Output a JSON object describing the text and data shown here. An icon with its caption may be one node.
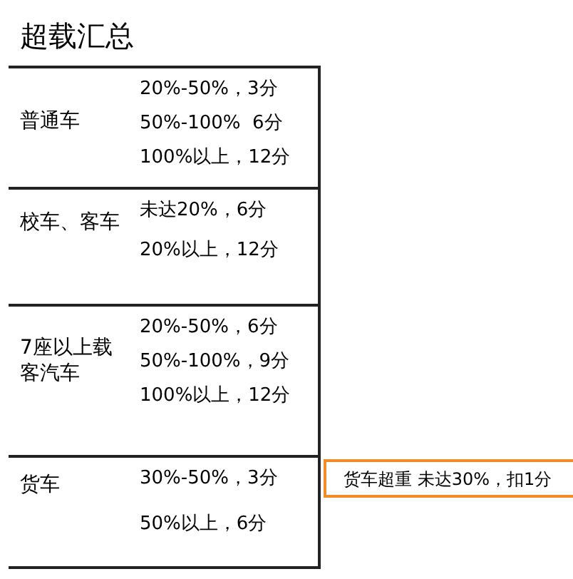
{
  "diagram": {
    "title": "超载汇总",
    "nodes": [
      {
        "text": [
          "普通车",
          "20%-50%，3分",
          "50%-100%  6分",
          "100%以上，12分"
        ]
      },
      {
        "text": [
          "校车、客车",
          "未达20%，6分",
          "20%以上，12分"
        ]
      },
      {
        "text": [
          "7座以上载客汽车",
          "20%-50%，6分",
          "50%-100%，9分",
          "100%以上，12分"
        ]
      },
      {
        "text": [
          "货车",
          "30%-50%，3分",
          "50%以上，6分"
        ]
      },
      {
        "text": [
          "货车超重 未达30%，扣1分"
        ]
      }
    ],
    "edges": []
  }
}
